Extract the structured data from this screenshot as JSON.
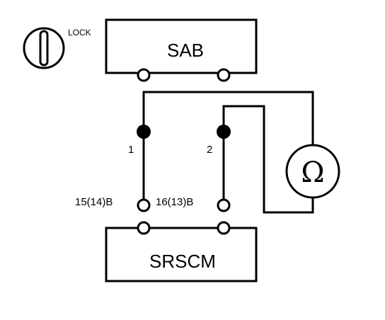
{
  "diagram": {
    "lock_label": "LOCK",
    "top_box_label": "SAB",
    "bottom_box_label": "SRSCM",
    "pin1_label": "1",
    "pin2_label": "2",
    "terminal1_label": "15(14)B",
    "terminal2_label": "16(13)B",
    "meter_symbol": "Ω"
  }
}
